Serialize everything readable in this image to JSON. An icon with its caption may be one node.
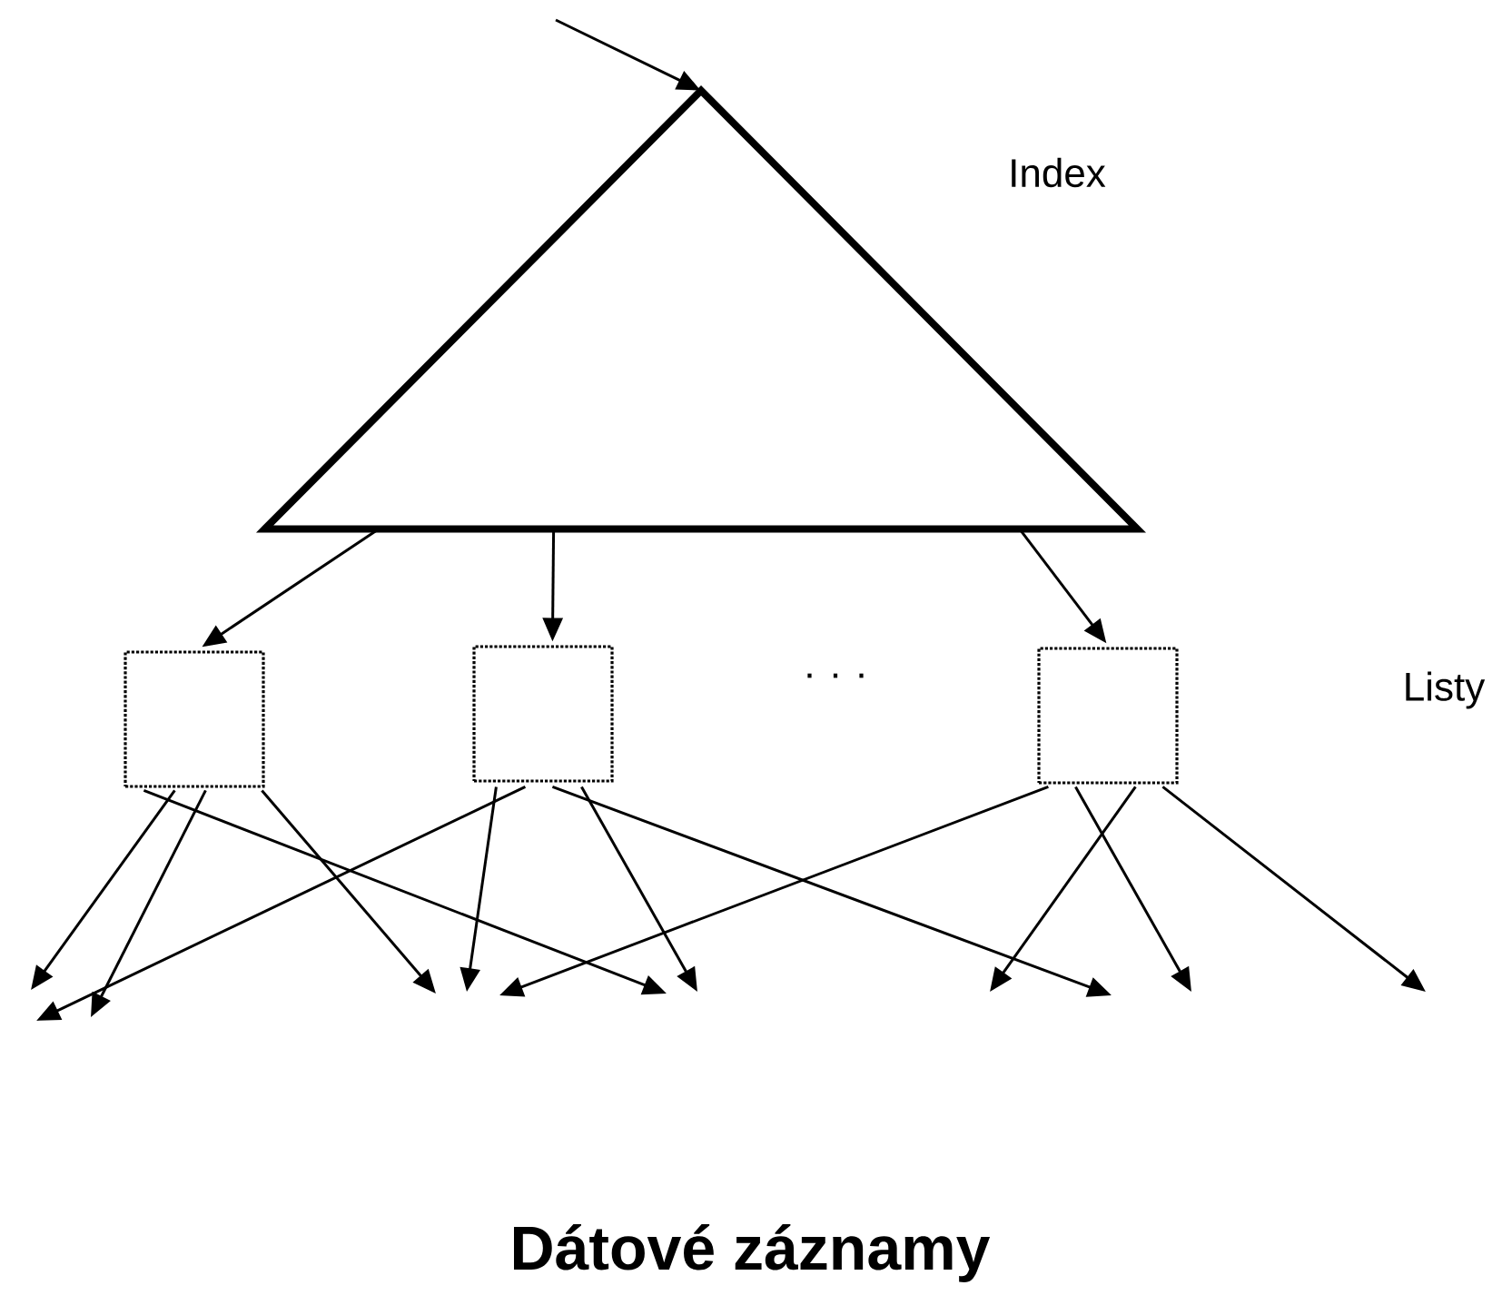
{
  "diagram": {
    "caption": "Dátové záznamy",
    "nodes": [
      {
        "text": [],
        "shape": "triangle"
      },
      {
        "text": [],
        "shape": "box"
      },
      {
        "text": [],
        "shape": "box"
      },
      {
        "text": [],
        "shape": "box"
      }
    ],
    "edges": [
      {
        "from": null,
        "to": 0,
        "arrow": "to"
      },
      {
        "from": 0,
        "to": 1,
        "arrow": "to"
      },
      {
        "from": 0,
        "to": 2,
        "arrow": "to"
      },
      {
        "from": 0,
        "to": 3,
        "arrow": "to"
      },
      {
        "from": 1,
        "to": null,
        "arrow": "to"
      },
      {
        "from": 1,
        "to": null,
        "arrow": "to"
      },
      {
        "from": 1,
        "to": null,
        "arrow": "to"
      },
      {
        "from": 1,
        "to": null,
        "arrow": "to"
      },
      {
        "from": 2,
        "to": null,
        "arrow": "to"
      },
      {
        "from": 2,
        "to": null,
        "arrow": "to"
      },
      {
        "from": 2,
        "to": null,
        "arrow": "to"
      },
      {
        "from": 2,
        "to": null,
        "arrow": "to"
      },
      {
        "from": 3,
        "to": null,
        "arrow": "to"
      },
      {
        "from": 3,
        "to": null,
        "arrow": "to"
      },
      {
        "from": 3,
        "to": null,
        "arrow": "to"
      },
      {
        "from": 3,
        "to": null,
        "arrow": "to"
      }
    ],
    "labels": [
      "Index",
      ". . .",
      "Listy"
    ]
  }
}
